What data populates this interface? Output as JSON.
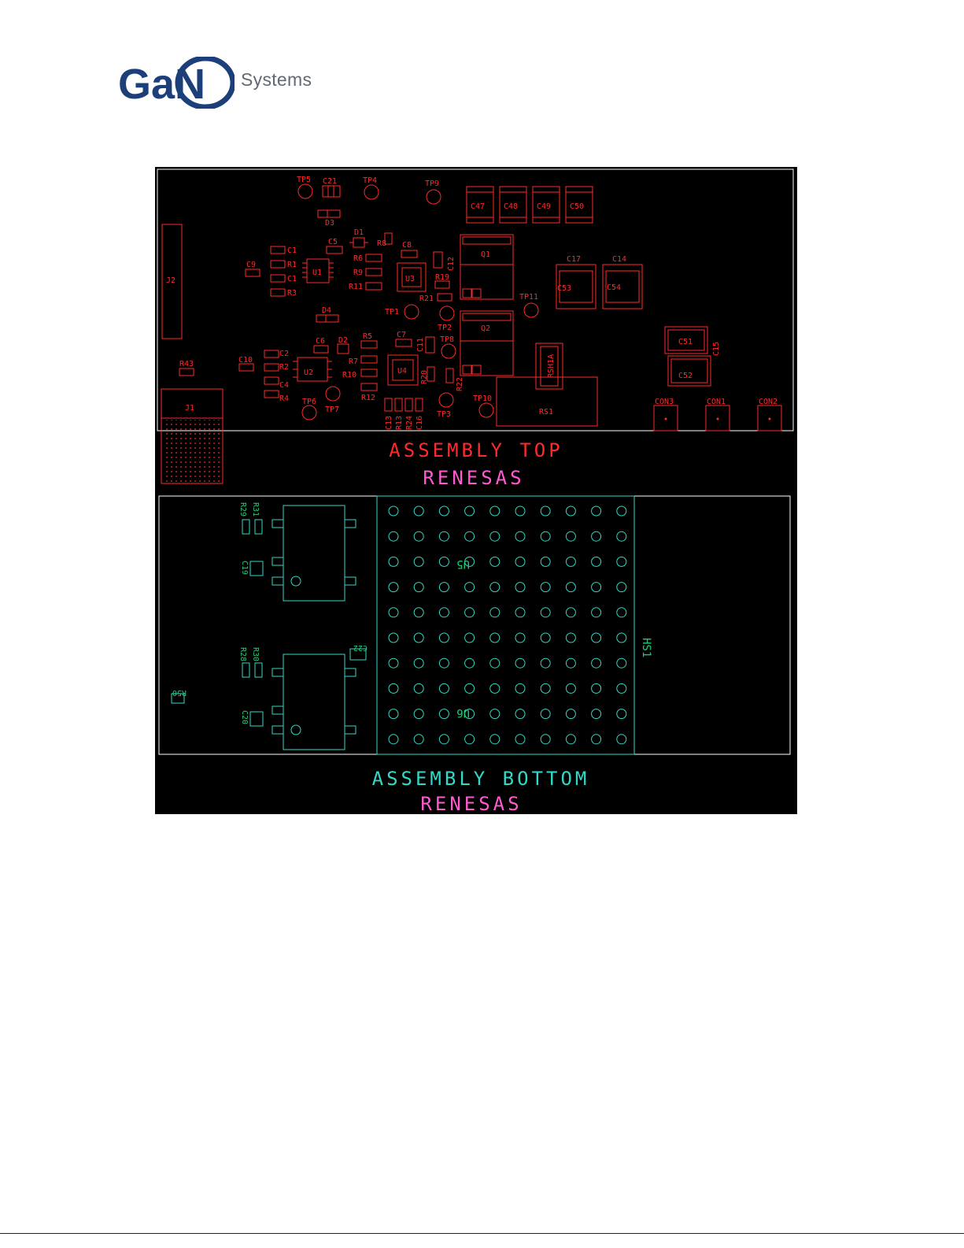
{
  "brand": {
    "logo_letters": "GaN",
    "word": "Systems",
    "color_navy": "#1c3f7a",
    "color_grey": "#5f6a74"
  },
  "assembly_top": {
    "title": "ASSEMBLY TOP",
    "subtitle": "RENESAS",
    "color": "#ff2a2a",
    "labels": {
      "tp5": "TP5",
      "c21": "C21",
      "tp4": "TP4",
      "tp9": "TP9",
      "c47": "C47",
      "c48": "C48",
      "c49": "C49",
      "c50": "C50",
      "d3": "D3",
      "d1": "D1",
      "r8": "R8",
      "c5": "C5",
      "c8": "C8",
      "c1a": "C1",
      "r1": "R1",
      "c1b": "C1",
      "r3": "R3",
      "u1": "U1",
      "c9": "C9",
      "j2": "J2",
      "r6": "R6",
      "r9": "R9",
      "r11": "R11",
      "u3": "U3",
      "c12": "C12",
      "r19": "R19",
      "r21": "R21",
      "q1": "Q1",
      "q2": "Q2",
      "c17": "C17",
      "c14": "C14",
      "c53": "C53",
      "c54": "C54",
      "tp1": "TP1",
      "tp11": "TP11",
      "tp2": "TP2",
      "d4": "D4",
      "c6": "C6",
      "d2": "D2",
      "r5": "R5",
      "c7": "C7",
      "c11": "C11",
      "tp8": "TP8",
      "c2": "C2",
      "r2": "R2",
      "c4": "C4",
      "r4": "R4",
      "c10": "C10",
      "r43": "R43",
      "u2": "U2",
      "r7": "R7",
      "r10": "R10",
      "r12": "R12",
      "u4": "U4",
      "r20": "R20",
      "r22": "R22",
      "rsh1a": "RSH1A",
      "rs1": "RS1",
      "c51": "C51",
      "c52": "C52",
      "c15": "C15",
      "j1": "J1",
      "tp6": "TP6",
      "tp7": "TP7",
      "tp3": "TP3",
      "tp10": "TP10",
      "c13": "C13",
      "r13": "R13",
      "r24": "R24",
      "c16": "C16",
      "con3": "CON3",
      "con1": "CON1",
      "con2": "CON2"
    }
  },
  "assembly_bottom": {
    "title": "ASSEMBLY BOTTOM",
    "subtitle": "RENESAS",
    "color": "#33d9c8",
    "labels": {
      "u5": "U5",
      "u6": "U6",
      "hs1": "HS1",
      "r29": "R29",
      "r31": "R31",
      "c19": "C19",
      "r28": "R28",
      "r30": "R30",
      "c20": "C20",
      "c22": "C22",
      "r50": "R50"
    }
  },
  "subtitle_color": "#ff5ad2",
  "heatsink_grid": {
    "rows": 10,
    "cols": 10
  }
}
